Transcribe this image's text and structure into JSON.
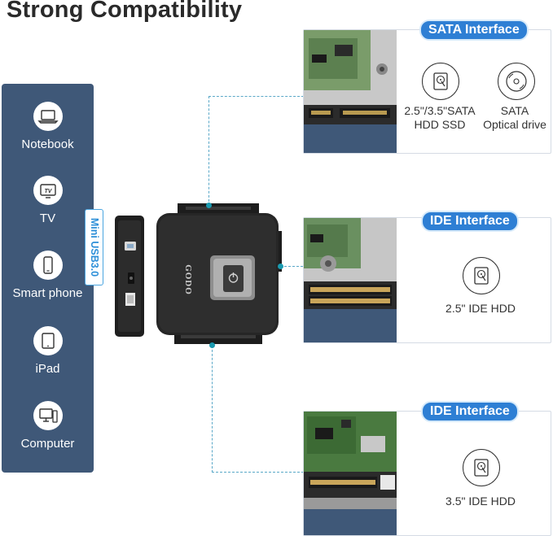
{
  "title": "Strong Compatibility",
  "devices": [
    {
      "label": "Notebook",
      "icon": "laptop-icon"
    },
    {
      "label": "TV",
      "icon": "tv-icon",
      "icon_text": "TV"
    },
    {
      "label": "Smart phone",
      "icon": "smartphone-icon"
    },
    {
      "label": "iPad",
      "icon": "tablet-icon"
    },
    {
      "label": "Computer",
      "icon": "desktop-computer-icon"
    }
  ],
  "port_label": "Mini USB3.0",
  "brand": "GODO",
  "interfaces": [
    {
      "badge": "SATA Interface",
      "items": [
        {
          "label_line1": "2.5\"/3.5\"SATA",
          "label_line2": "HDD SSD",
          "icon": "hard-drive-icon"
        },
        {
          "label_line1": "SATA",
          "label_line2": "Optical drive",
          "icon": "optical-disc-icon"
        }
      ]
    },
    {
      "badge": "IDE Interface",
      "items": [
        {
          "label_line1": "2.5\" IDE HDD",
          "icon": "hard-drive-icon"
        }
      ]
    },
    {
      "badge": "IDE Interface",
      "items": [
        {
          "label_line1": "3.5\" IDE HDD",
          "icon": "hard-drive-icon"
        }
      ]
    }
  ],
  "colors": {
    "sidebar": "#3f5878",
    "accent": "#2e7fd4",
    "connector": "#1a9ab0"
  }
}
